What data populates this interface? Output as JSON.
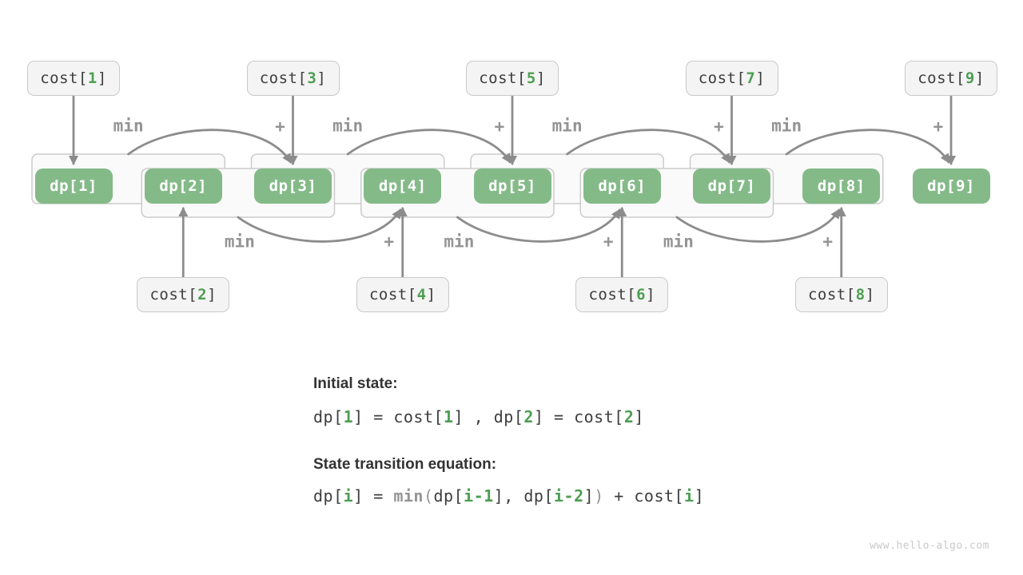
{
  "diagram": {
    "dp_nodes": [
      {
        "pre": "dp[",
        "num": "1",
        "post": "]"
      },
      {
        "pre": "dp[",
        "num": "2",
        "post": "]"
      },
      {
        "pre": "dp[",
        "num": "3",
        "post": "]"
      },
      {
        "pre": "dp[",
        "num": "4",
        "post": "]"
      },
      {
        "pre": "dp[",
        "num": "5",
        "post": "]"
      },
      {
        "pre": "dp[",
        "num": "6",
        "post": "]"
      },
      {
        "pre": "dp[",
        "num": "7",
        "post": "]"
      },
      {
        "pre": "dp[",
        "num": "8",
        "post": "]"
      },
      {
        "pre": "dp[",
        "num": "9",
        "post": "]"
      }
    ],
    "cost_nodes": [
      {
        "pre": "cost[",
        "num": "1",
        "post": "]",
        "index": 1,
        "side": "top"
      },
      {
        "pre": "cost[",
        "num": "2",
        "post": "]",
        "index": 2,
        "side": "bottom"
      },
      {
        "pre": "cost[",
        "num": "3",
        "post": "]",
        "index": 3,
        "side": "top"
      },
      {
        "pre": "cost[",
        "num": "4",
        "post": "]",
        "index": 4,
        "side": "bottom"
      },
      {
        "pre": "cost[",
        "num": "5",
        "post": "]",
        "index": 5,
        "side": "top"
      },
      {
        "pre": "cost[",
        "num": "6",
        "post": "]",
        "index": 6,
        "side": "bottom"
      },
      {
        "pre": "cost[",
        "num": "7",
        "post": "]",
        "index": 7,
        "side": "top"
      },
      {
        "pre": "cost[",
        "num": "8",
        "post": "]",
        "index": 8,
        "side": "bottom"
      },
      {
        "pre": "cost[",
        "num": "9",
        "post": "]",
        "index": 9,
        "side": "top"
      }
    ],
    "labels": {
      "min": "min",
      "plus": "+"
    },
    "top_transitions": [
      {
        "pair": [
          1,
          2
        ],
        "to": 3
      },
      {
        "pair": [
          3,
          4
        ],
        "to": 5
      },
      {
        "pair": [
          5,
          6
        ],
        "to": 7
      },
      {
        "pair": [
          7,
          8
        ],
        "to": 9
      }
    ],
    "bottom_transitions": [
      {
        "pair": [
          2,
          3
        ],
        "to": 4
      },
      {
        "pair": [
          4,
          5
        ],
        "to": 6
      },
      {
        "pair": [
          6,
          7
        ],
        "to": 8
      }
    ]
  },
  "footer": {
    "sections": [
      {
        "heading": "Initial state:",
        "equation": [
          {
            "t": "dp[",
            "c": "d"
          },
          {
            "t": "1",
            "c": "g"
          },
          {
            "t": "] = cost[",
            "c": "d"
          },
          {
            "t": "1",
            "c": "g"
          },
          {
            "t": "] , dp[",
            "c": "d"
          },
          {
            "t": "2",
            "c": "g"
          },
          {
            "t": "] = cost[",
            "c": "d"
          },
          {
            "t": "2",
            "c": "g"
          },
          {
            "t": "]",
            "c": "d"
          }
        ]
      },
      {
        "heading": "State transition equation:",
        "equation": [
          {
            "t": "dp[",
            "c": "d"
          },
          {
            "t": "i",
            "c": "g"
          },
          {
            "t": "] = ",
            "c": "d"
          },
          {
            "t": "min",
            "c": "m"
          },
          {
            "t": "(",
            "c": "p"
          },
          {
            "t": "dp[",
            "c": "d"
          },
          {
            "t": "i-1",
            "c": "g"
          },
          {
            "t": "], dp[",
            "c": "d"
          },
          {
            "t": "i-2",
            "c": "g"
          },
          {
            "t": "]",
            "c": "d"
          },
          {
            "t": ")",
            "c": "p"
          },
          {
            "t": " + cost[",
            "c": "d"
          },
          {
            "t": "i",
            "c": "g"
          },
          {
            "t": "]",
            "c": "d"
          }
        ]
      }
    ]
  },
  "watermark": "www.hello-algo.com",
  "colors": {
    "green_box": "#84ba88",
    "green_text": "#4d9e52",
    "dark": "#3d3d3d",
    "gray_arrow": "#8c8c8c",
    "gray_label": "#949494",
    "cost_bg": "#f4f4f4",
    "cost_border": "#c9c9c9",
    "bracket_fill": "#fafafa",
    "bracket_stroke": "#cccccc",
    "watermark": "#c9c9c9"
  }
}
